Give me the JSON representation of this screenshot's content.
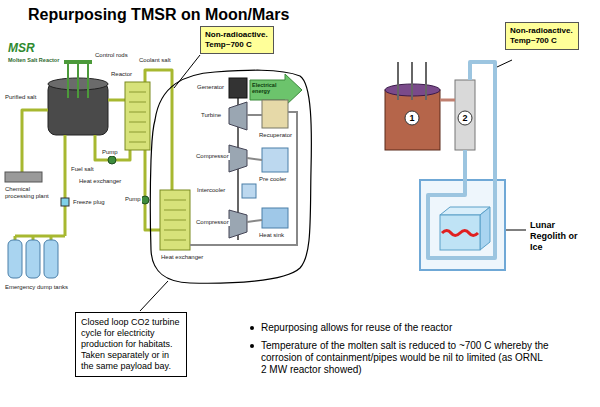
{
  "diagram": {
    "title": "Repurposing TMSR on Moon/Mars",
    "nodes": [
      {
        "text": [
          "Non-radioactive. Temp~700 C"
        ]
      },
      {
        "text": [
          "Non-radioactive. Temp~700 C"
        ]
      },
      {
        "text": [
          "Closed loop CO2 turbine cycle for electricity production for habitats. Taken separately or in the same payload bay."
        ]
      }
    ],
    "labels": [
      "MSR",
      "Molten Salt Reactor",
      "Control rods",
      "Reactor",
      "Purified salt",
      "Fuel salt",
      "Pump",
      "Chemical processing plant",
      "Freeze plug",
      "Emergency dump tanks",
      "Coolant salt",
      "Heat exchanger",
      "Pump",
      "Heat exchanger",
      "Generator",
      "Electrical energy",
      "Turbine",
      "Recuperator",
      "Compressor",
      "Pre cooler",
      "Intercooler",
      "Compressor",
      "Heat sink",
      "1",
      "2",
      "Lunar Regolith or Ice",
      "Repurposing allows for reuse of the reactor",
      "Temperature of the molten salt is reduced to ~700 C whereby the corrosion of containment/pipes would be nil to limited (as ORNL 2 MW reactor showed)"
    ]
  }
}
